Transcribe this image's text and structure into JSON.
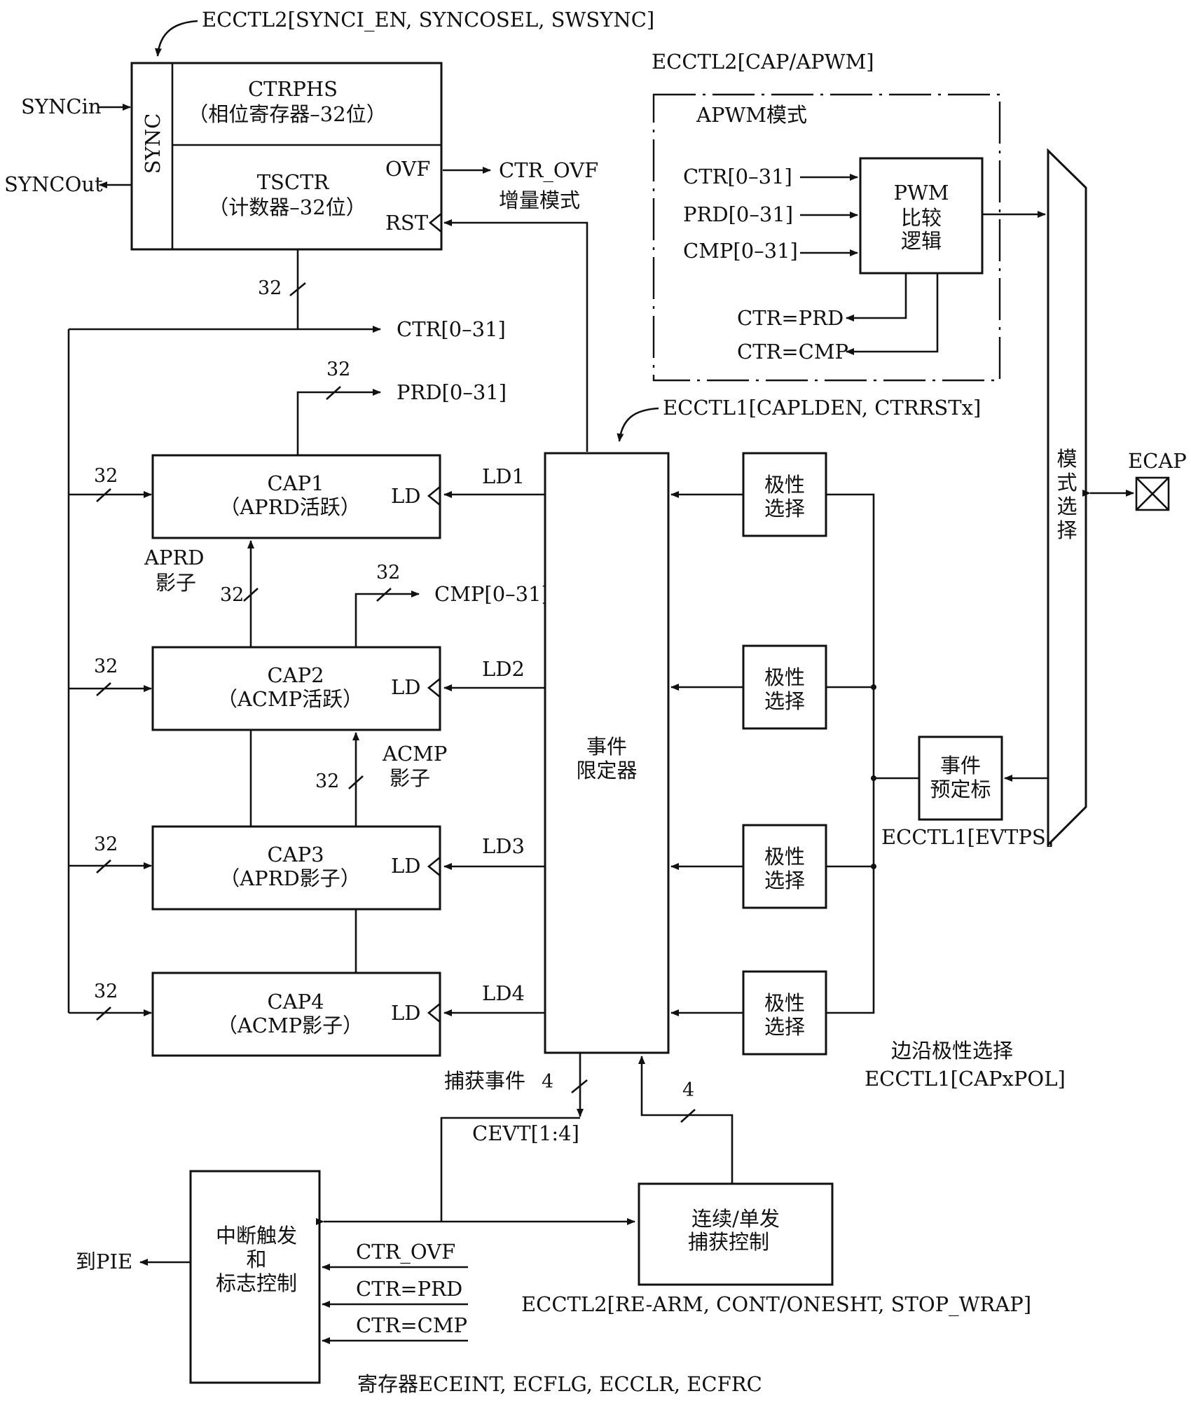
{
  "labels": {
    "ecctl2_sync": "ECCTL2[SYNCI_EN, SYNCOSEL, SWSYNC]",
    "ecctl2_cap_apwm": "ECCTL2[CAP/APWM]",
    "apwm_mode": "APWM模式",
    "sync_in": "SYNCin",
    "sync_out": "SYNCOut",
    "sync": "SYNC",
    "ctrphs_name": "CTRPHS",
    "ctrphs_desc": "（相位寄存器–32位）",
    "tsctr_name": "TSCTR",
    "tsctr_desc": "（计数器–32位）",
    "ovf": "OVF",
    "rst": "RST",
    "ctr_ovf": "CTR_OVF",
    "delta_mode": "增量模式",
    "ctr_bus": "CTR[0–31]",
    "prd_bus": "PRD[0–31]",
    "cmp_bus": "CMP[0–31]",
    "w32": "32",
    "w4": "4",
    "pwm_ctr_in": "CTR[0–31]",
    "pwm_prd_in": "PRD[0–31]",
    "pwm_cmp_in": "CMP[0–31]",
    "pwm_l1": "PWM",
    "pwm_l2": "比较",
    "pwm_l3": "逻辑",
    "ctr_eq_prd": "CTR=PRD",
    "ctr_eq_cmp": "CTR=CMP",
    "ecctl1_capldens": "ECCTL1[CAPLDEN, CTRRSTx]",
    "cap1_name": "CAP1",
    "cap1_desc": "（APRD活跃）",
    "cap2_name": "CAP2",
    "cap2_desc": "（ACMP活跃）",
    "cap3_name": "CAP3",
    "cap3_desc": "（APRD影子）",
    "cap4_name": "CAP4",
    "cap4_desc": "（ACMP影子）",
    "ld": "LD",
    "ld1": "LD1",
    "ld2": "LD2",
    "ld3": "LD3",
    "ld4": "LD4",
    "aprd_shadow_1": "APRD",
    "aprd_shadow_2": "影子",
    "acmp_shadow_1": "ACMP",
    "acmp_shadow_2": "影子",
    "qual_1": "事件",
    "qual_2": "限定器",
    "pol_1": "极性",
    "pol_2": "选择",
    "mode_sel": [
      "模",
      "式",
      "选",
      "择"
    ],
    "ecap": "ECAP",
    "prescale_1": "事件",
    "prescale_2": "预定标",
    "ecctl1_evtps": "ECCTL1[EVTPS]",
    "edge_pol_sel": "边沿极性选择",
    "ecctl1_capxpol": "ECCTL1[CAPxPOL]",
    "capture_events": "捕获事件",
    "cevt": "CEVT[1:4]",
    "cont_1": "连续/单发",
    "cont_2": "捕获控制",
    "ecctl2_rearm": "ECCTL2[RE-ARM, CONT/ONESHT, STOP_WRAP]",
    "int_1": "中断触发",
    "int_2": "和",
    "int_3": "标志控制",
    "to_pie": "到PIE",
    "in_ctr_ovf": "CTR_OVF",
    "in_ctr_prd": "CTR=PRD",
    "in_ctr_cmp": "CTR=CMP",
    "regs": "寄存器ECEINT, ECFLG, ECCLR, ECFRC"
  }
}
